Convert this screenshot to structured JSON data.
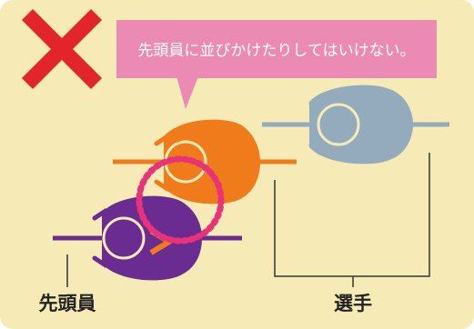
{
  "speech_text": "先頭員に並びかけたりしてはいけない。",
  "label_leader": "先頭員",
  "label_riders": "選手",
  "colors": {
    "background": "#F6EAB6",
    "cross": "#E3252B",
    "bubble": "#EB8AB3",
    "orange_rider": "#F07B1A",
    "purple_rider": "#6A2C91",
    "grey_rider": "#93ABBD",
    "dotted_circle": "#E8327A",
    "lines": "#333333"
  }
}
